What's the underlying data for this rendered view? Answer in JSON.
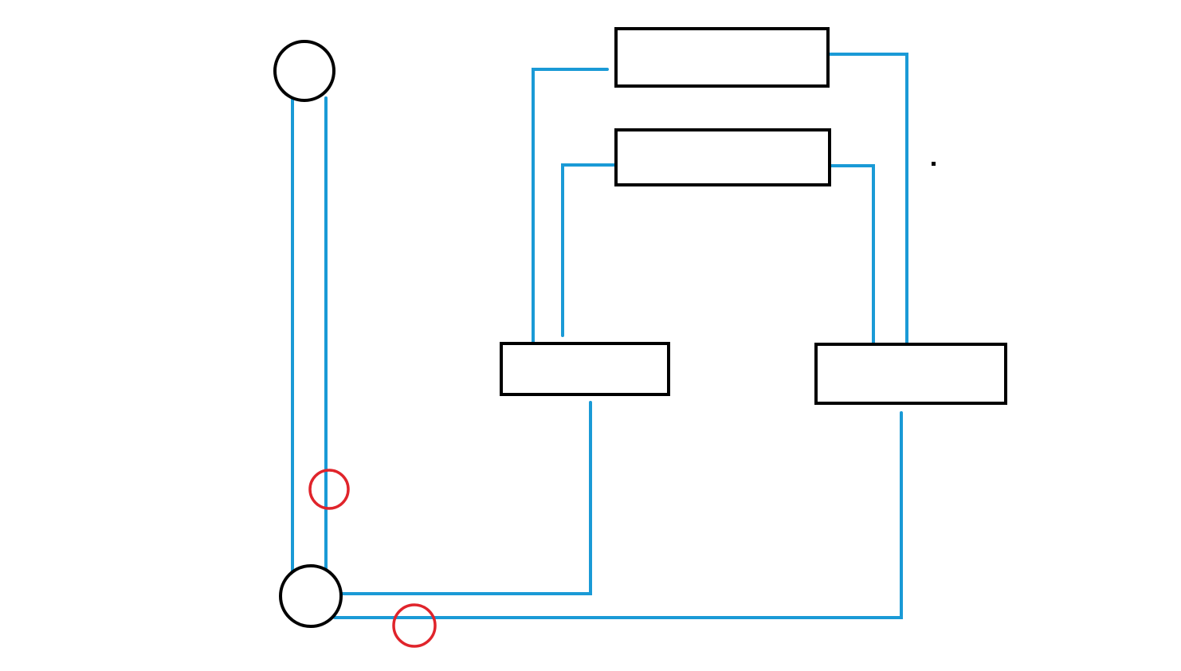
{
  "diagram": {
    "background": "#ffffff",
    "colors": {
      "outline": "#000000",
      "wire": "#1a9ad6",
      "marker": "#e0242b"
    },
    "components": {
      "circles": [
        {
          "name": "top-circle-node"
        },
        {
          "name": "bottom-circle-node"
        }
      ],
      "rectangles": [
        {
          "name": "top-rectangle-block"
        },
        {
          "name": "middle-rectangle-block"
        },
        {
          "name": "left-lower-rectangle-block"
        },
        {
          "name": "right-lower-rectangle-block"
        }
      ],
      "markers": [
        {
          "name": "red-circle-marker-vertical"
        },
        {
          "name": "red-circle-marker-horizontal"
        }
      ]
    },
    "wire_count": 12
  }
}
